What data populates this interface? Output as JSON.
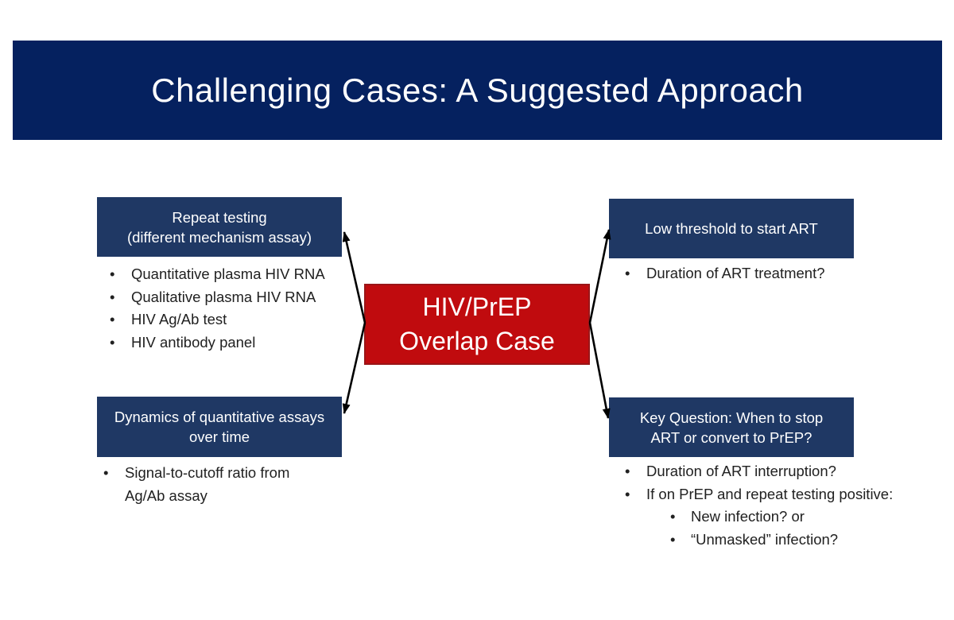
{
  "slide": {
    "title": "Challenging Cases: A Suggested Approach"
  },
  "glyphs": {
    "bullet": "•"
  },
  "colors": {
    "banner_navy": "#05215f",
    "box_navy": "#1f3864",
    "box_red": "#c00b0e",
    "red_border": "#9a1517",
    "bullet_text": "#212121",
    "title_text": "#ffffff",
    "arrow": "#000000",
    "background": "#ffffff"
  },
  "center": {
    "lines": [
      "HIV/PrEP",
      "Overlap Case"
    ]
  },
  "boxes": {
    "top_left": {
      "title_lines": [
        "Repeat testing",
        "(different mechanism assay)"
      ],
      "bullets": [
        "Quantitative plasma HIV RNA",
        "Qualitative plasma HIV RNA",
        "HIV Ag/Ab test",
        "HIV antibody panel"
      ]
    },
    "top_right": {
      "title_lines": [
        "Low threshold to start ART"
      ],
      "bullets": [
        "Duration of ART treatment?"
      ]
    },
    "bottom_left": {
      "title_lines": [
        "Dynamics of quantitative assays",
        "over time"
      ],
      "bullets": [
        "Signal-to-cutoff ratio from Ag/Ab assay"
      ]
    },
    "bottom_right": {
      "title_lines": [
        "Key Question: When to stop",
        "ART or convert to PrEP?"
      ],
      "bullets": [
        "Duration of ART interruption?",
        "If on PrEP and repeat testing positive:"
      ],
      "sub_bullets": [
        "New infection? or",
        "“Unmasked” infection?"
      ]
    }
  }
}
